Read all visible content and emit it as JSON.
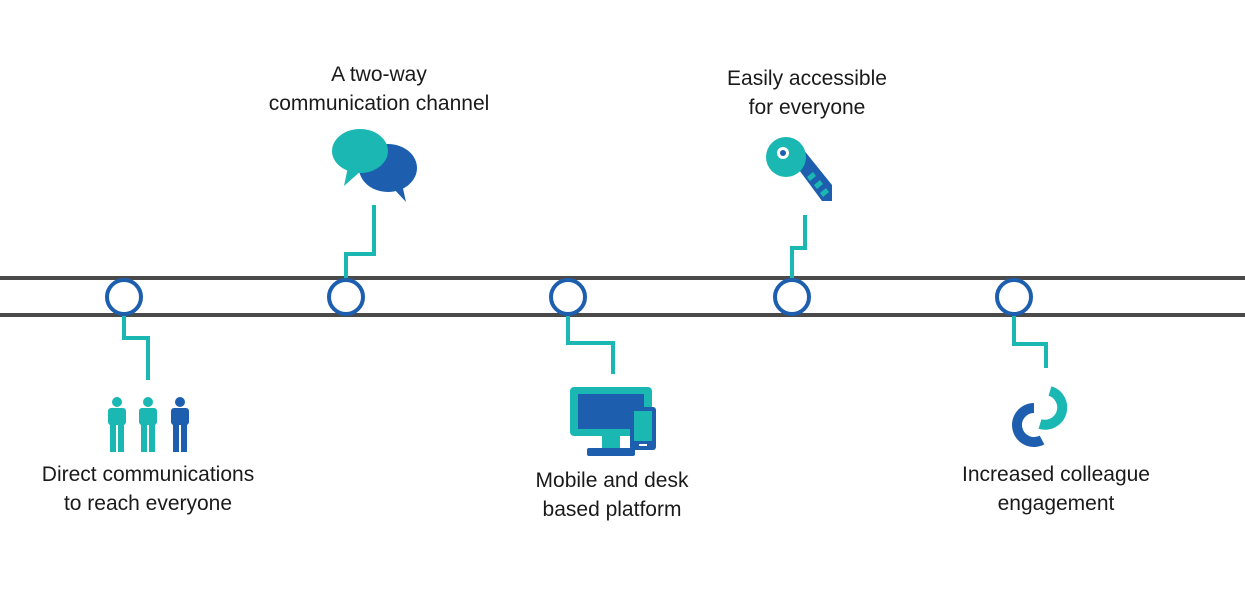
{
  "colors": {
    "teal": "#1BB8B3",
    "blue": "#1D5FAE",
    "track": "#4a4a4a",
    "text": "#1a1a1a"
  },
  "milestones": [
    {
      "id": "direct-communications",
      "position": "below",
      "icon": "people-icon",
      "lines": [
        "Direct communications",
        "to reach everyone"
      ]
    },
    {
      "id": "two-way-channel",
      "position": "above",
      "icon": "speech-bubbles-icon",
      "lines": [
        "A two-way",
        "communication channel"
      ]
    },
    {
      "id": "mobile-desk-platform",
      "position": "below",
      "icon": "desktop-mobile-icon",
      "lines": [
        "Mobile and desk",
        "based platform"
      ]
    },
    {
      "id": "easily-accessible",
      "position": "above",
      "icon": "key-icon",
      "lines": [
        "Easily accessible",
        "for everyone"
      ]
    },
    {
      "id": "colleague-engagement",
      "position": "below",
      "icon": "linked-rings-icon",
      "lines": [
        "Increased colleague",
        "engagement"
      ]
    }
  ]
}
